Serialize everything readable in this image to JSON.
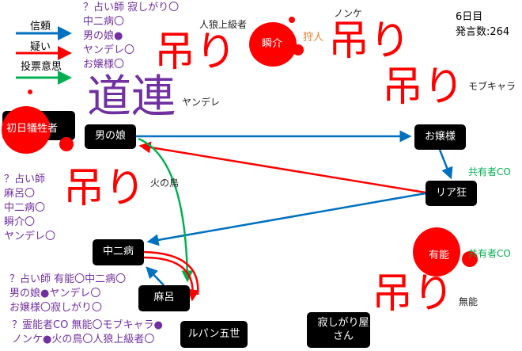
{
  "legend": {
    "trust": "信頼",
    "doubt": "疑い",
    "vote": "投票意思"
  },
  "status": {
    "day": "6日目",
    "posts": "発言数:264"
  },
  "colors": {
    "trust": "#0070c0",
    "doubt": "#ff0000",
    "vote": "#00b050",
    "purple": "#7030a0",
    "hunter": "#ed7d31"
  },
  "nodes": {
    "otokonoko": "男の娘",
    "ojousama": "お嬢様",
    "riakyou": "リア狂",
    "chuunibyou": "中二病",
    "maro": "麻呂",
    "lupin": "ルパン五世",
    "sabishigari": "寂しがり屋さん",
    "shonichi": "初日犠牲者",
    "shunsuke": "瞬介",
    "yuunou": "有能"
  },
  "dead_labels": {
    "jinrou": "人狼上級者",
    "yandere": "ヤンデレ",
    "nonke": "ノンケ",
    "mob": "モブキャラ",
    "hinotori": "火の鳥",
    "munou": "無能"
  },
  "marks": {
    "tsuri": "吊り",
    "michizure": "道連",
    "hunter": "狩人",
    "share_co_1": "共有者CO",
    "share_co_2": "共有者CO"
  },
  "seer_results": {
    "top": [
      "？占い師 寂しがり〇",
      "中二病〇",
      "男の娘●",
      "ヤンデレ〇",
      "お嬢様〇"
    ],
    "left": [
      "？占い師",
      "麻呂〇",
      "中二病〇",
      "瞬介〇",
      "ヤンデレ〇"
    ],
    "bottom": [
      "？占い師 有能〇中二病〇",
      "男の娘●ヤンデレ〇",
      "お嬢様〇寂しがり〇"
    ],
    "medium": [
      "？霊能者CO 無能〇モブキャラ●",
      "ノンケ●火の鳥〇人狼上級者〇"
    ]
  }
}
